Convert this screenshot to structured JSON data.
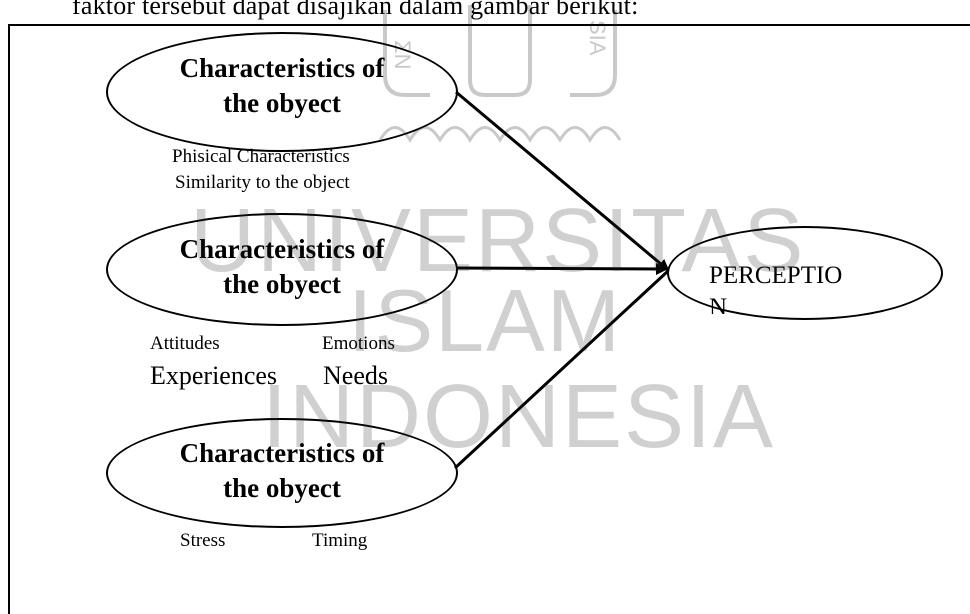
{
  "caption": "faktor tersebut dapat disajikan dalam gambar berikut:",
  "nodes": [
    {
      "title_line1": "Characteristics of",
      "title_line2": "the obyect",
      "sub_line1": "Phisical Characteristics",
      "sub_line2": "Similarity to the object"
    },
    {
      "title_line1": "Characteristics of",
      "title_line2": "the obyect",
      "sub_left_1": "Attitudes",
      "sub_right_1": "Emotions",
      "sub_left_2": "Experiences",
      "sub_right_2": "Needs"
    },
    {
      "title_line1": "Characteristics of",
      "title_line2": "the obyect",
      "sub_left_1": "Stress",
      "sub_right_1": "Timing"
    }
  ],
  "target": {
    "line1": "PERCEPTIO",
    "line2": "N"
  },
  "watermark": {
    "line1": "UNIVERSITAS",
    "line2": "ISLAM",
    "line3": "INDONESIA"
  }
}
